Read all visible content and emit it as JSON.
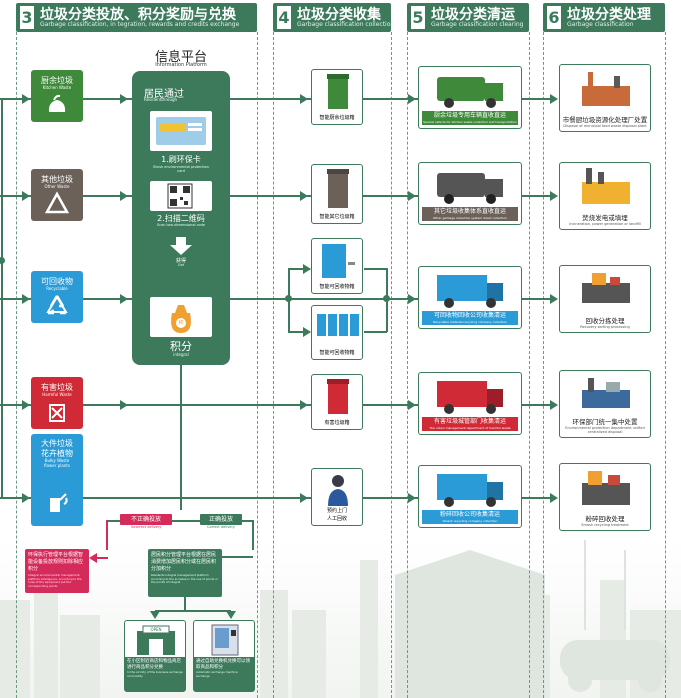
{
  "headers": [
    {
      "num": "3",
      "title": "垃圾分类投放、积分奖励与兑换",
      "subtitle": "Garbage classification, in tegration, rewards and credits exchange"
    },
    {
      "num": "4",
      "title": "垃圾分类收集",
      "subtitle": "Garbage classification collection"
    },
    {
      "num": "5",
      "title": "垃圾分类清运",
      "subtitle": "Garbage classification clearing"
    },
    {
      "num": "6",
      "title": "垃圾分类处理",
      "subtitle": "Garbage classification"
    }
  ],
  "categories": [
    {
      "cn": "厨余垃圾",
      "en": "Kitchen Waste",
      "color": "#3e8a3a"
    },
    {
      "cn": "其他垃圾",
      "en": "Other Waste",
      "color": "#6b6159"
    },
    {
      "cn": "可回收物",
      "en": "Recyclable",
      "color": "#2a9bd6"
    },
    {
      "cn": "有害垃圾",
      "en": "Harmful Waste",
      "color": "#cf2a35"
    },
    {
      "cn": "大件垃圾\n花卉植物",
      "cn1": "大件垃圾",
      "cn2": "花卉植物",
      "en": "Bulky Waste",
      "en2": "flower plants",
      "color": "#2a9bd6"
    }
  ],
  "platform": {
    "title": "信息平台",
    "subtitle": "Information Platform",
    "resident_title": "居民通过",
    "resident_sub": "Residentthrough",
    "step1": "1.刷环保卡",
    "step1_sub": "Brush environmental protection card",
    "step2": "2.扫描二维码",
    "step2_sub": "Scan two-dimensional code",
    "get": "获得",
    "get_en": "Get",
    "integral": "积分",
    "integral_en": "integral",
    "integral_icon_text": "积"
  },
  "delivery": {
    "incorrect": "不正确投放",
    "incorrect_en": "Incorrect delivery",
    "correct": "正确投放",
    "correct_en": "Correct delivery",
    "penalty_text": "环保执行管理平台根据智能设备投放规则扣除相应积分",
    "penalty_en": "Integral environmental management platform intelligence, according to the rules of the equipment put the corresponding points",
    "reward_text": "居民积分管理平台根据在居民消费增加居民积分或在居民积分加积分",
    "reward_en": "Residents integral management platform according to the increase in the use of points or the points of integral",
    "shop_icon_text": "OPEN",
    "exchange1": "在小区附近商店和物品商店进行商品积分兑换",
    "exchange1_en": "In the vicinity of the business exchange commodity",
    "exchange2": "通过自助兑换机兑换可以领取商品和积分",
    "exchange2_en": "Automatic exchange machine exchange"
  },
  "bins": [
    {
      "label": "智能厨余垃圾箱",
      "color": "#3e8a3a"
    },
    {
      "label": "智能其它垃圾箱",
      "color": "#6b6159"
    },
    {
      "label": "智能可回收物箱",
      "color": "#2a9bd6"
    },
    {
      "label": "智能可回收物箱",
      "color": "#2a9bd6"
    },
    {
      "label": "有害垃圾箱",
      "color": "#cf2a35"
    },
    {
      "label": "预约上门\n人工回收",
      "l1": "预约上门",
      "l2": "人工回收",
      "color": "#2a9bd6"
    }
  ],
  "trucks": [
    {
      "label": "厨余垃圾专用车辆直收直运",
      "sub": "Special vehicle for kitchen waste collection and transportation",
      "color": "#3e8a3a"
    },
    {
      "label": "其它垃圾收集体系直收直运",
      "sub": "Other garbage collection system direct collection",
      "color": "#6b6159"
    },
    {
      "label": "可回收物回收公司收集清运",
      "sub": "Recyclable material recycling company collection",
      "color": "#2a9bd6"
    },
    {
      "label": "有害垃圾城管部门收集清运",
      "sub": "The urban management department of harmful waste collection",
      "color": "#cf2a35"
    },
    {
      "label": "粉碎回收公司收集清运",
      "sub": "Smash recycling company collection",
      "color": "#2a9bd6"
    }
  ],
  "facilities": [
    {
      "label": "市餐厨垃圾资源化处理厂处置",
      "sub": "Disposal of municipal food waste disposal plant"
    },
    {
      "label": "焚烧发电或填埋",
      "sub": "Incineration, power generation or landfill"
    },
    {
      "label": "回收分拣处理",
      "sub": "Recovery sorting processing"
    },
    {
      "label": "环保部门统一集中处置",
      "sub": "Environmental protection department unified centralized disposal"
    },
    {
      "label": "粉碎回收处理",
      "sub": "Smash recycling treatment"
    }
  ]
}
